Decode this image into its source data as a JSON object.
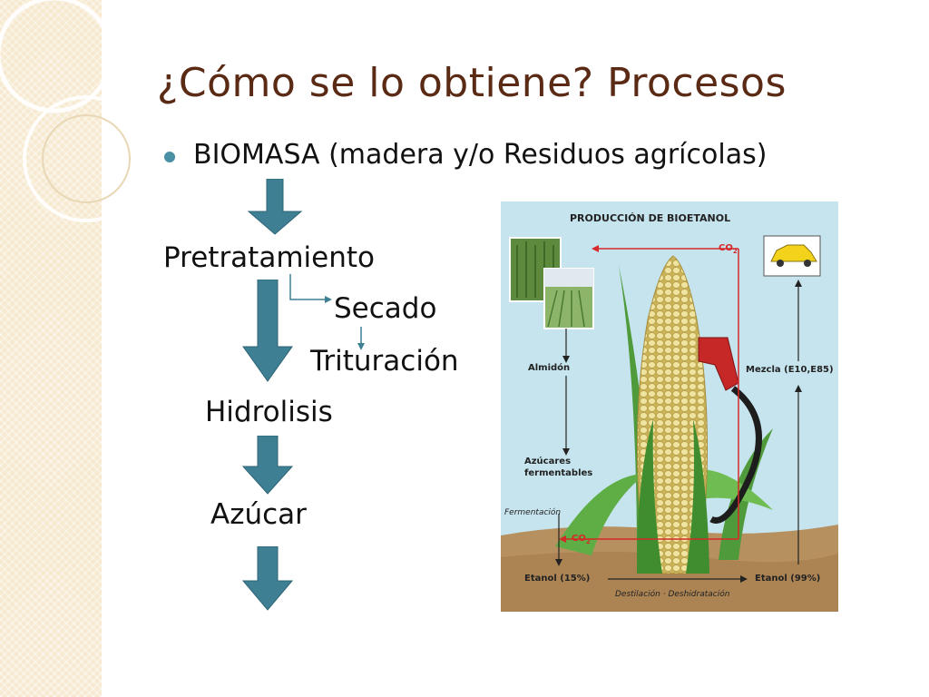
{
  "slide": {
    "title": "¿Cómo se lo obtiene? Procesos",
    "bullet": "BIOMASA (madera y/o Residuos agrícolas)",
    "steps": {
      "pretratamiento": "Pretratamiento",
      "secado": "Secado",
      "trituracion": "Trituración",
      "hidrolisis": "Hidrolisis",
      "azucar": "Azúcar"
    }
  },
  "diagram": {
    "title": "PRODUCCIÓN DE BIOETANOL",
    "co2_top": "CO",
    "co2_bottom": "CO",
    "almidon": "Almidón",
    "azucares_line1": "Azúcares",
    "azucares_line2": "fermentables",
    "fermentacion": "Fermentación",
    "etanol_15": "Etanol (15%)",
    "etanol_99": "Etanol (99%)",
    "mezcla": "Mezcla (E10,E85)",
    "destilacion": "Destilación · Deshidratación"
  },
  "colors": {
    "title": "#5a2a14",
    "arrow_fill": "#3f7f93",
    "bullet": "#4a90a4",
    "red_line": "#d62828"
  }
}
